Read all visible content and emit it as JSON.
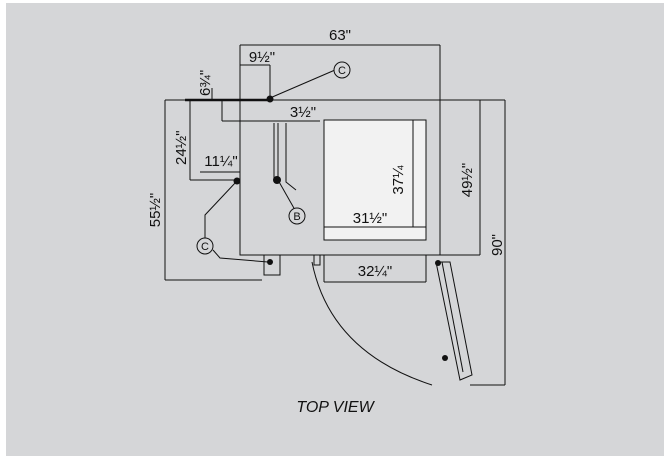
{
  "view_label": "TOP VIEW",
  "dimensions": {
    "overall_width": "63\"",
    "offset_top": "9½\"",
    "offset_left_small": "6¾\"",
    "offset_inner": "3½\"",
    "left_upper": "24½\"",
    "left_mid": "11¼\"",
    "left_overall": "55½\"",
    "cavity_depth": "37¼",
    "cavity_width": "31½\"",
    "right_body": "49½\"",
    "right_overall": "90\"",
    "door_opening": "32¼\""
  },
  "callouts": {
    "c_top": "C",
    "c_left": "C",
    "b": "B"
  },
  "colors": {
    "page": "#ffffff",
    "panel": "#d5d6d8",
    "ink": "#111111",
    "cavity": "#f2f2f2"
  }
}
